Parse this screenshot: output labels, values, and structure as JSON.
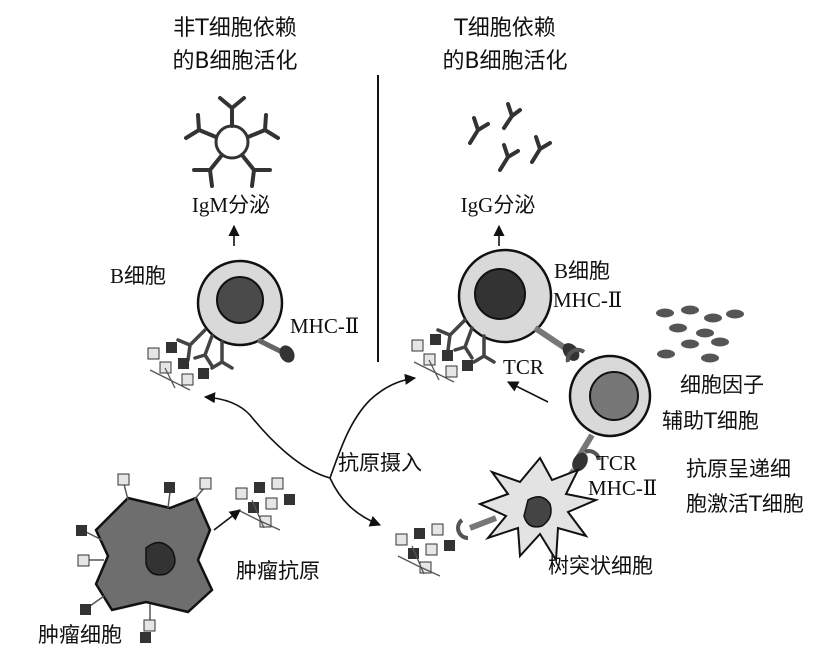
{
  "left_panel": {
    "title_line1": "非T细胞依赖",
    "title_line2": "的B细胞活化",
    "secretion_label": "IgM分泌",
    "b_cell_label": "B细胞",
    "mhc_label": "MHC-Ⅱ"
  },
  "right_panel": {
    "title_line1": "T细胞依赖",
    "title_line2": "的B细胞活化",
    "secretion_label": "IgG分泌",
    "b_cell_label": "B细胞",
    "b_mhc_label": "MHC-Ⅱ",
    "tcr_label_top": "TCR",
    "cytokine_label": "细胞因子",
    "helper_t_label": "辅助T细胞",
    "tcr_label_bottom": "TCR",
    "dc_mhc_label": "MHC-Ⅱ",
    "presentation_line1": "抗原呈递细",
    "presentation_line2": "胞激活T细胞",
    "dendritic_label": "树突状细胞"
  },
  "bottom": {
    "uptake_label": "抗原摄入",
    "tumor_antigen_label": "肿瘤抗原",
    "tumor_cell_label": "肿瘤细胞"
  },
  "colors": {
    "cell_fill": "#d9d9d9",
    "nucleus_fill": "#4a4a4a",
    "dark_nucleus": "#333333",
    "line": "#111111",
    "antigen_dark": "#333333",
    "antigen_light": "#e6e6e6",
    "tumor_fill": "#6e6e6e"
  }
}
